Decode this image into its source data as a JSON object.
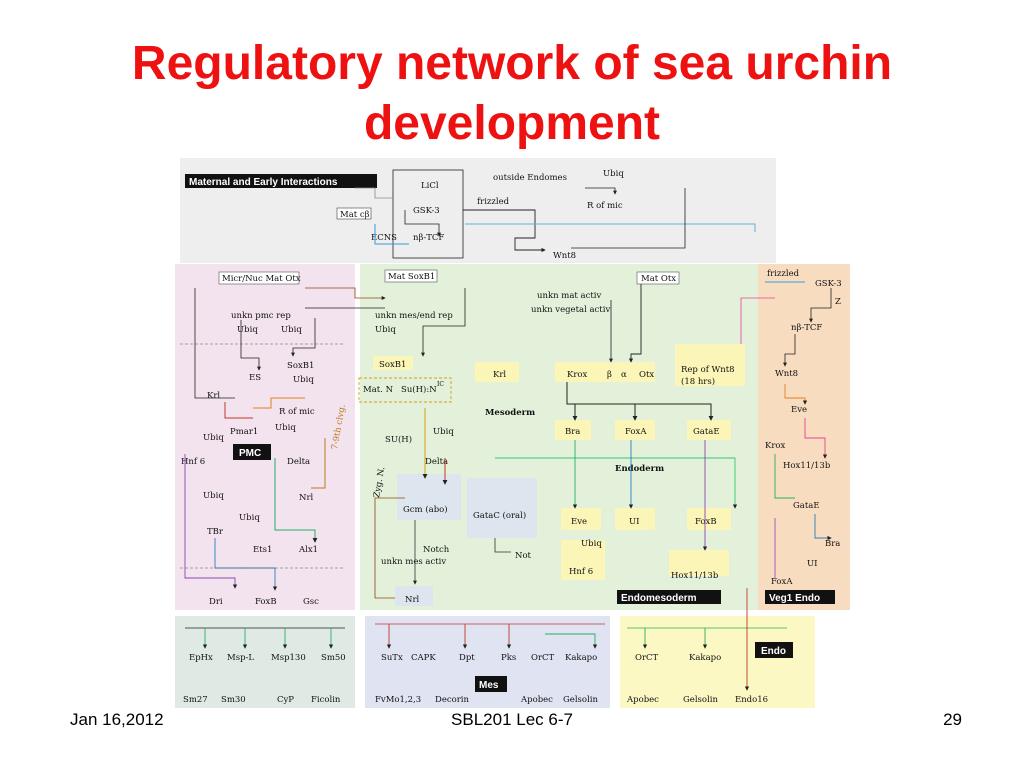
{
  "slide": {
    "title_line1": "Regulatory network of sea urchin",
    "title_line2": "development",
    "footer_left": "Jan 16,2012",
    "footer_center": "SBL201 Lec 6-7",
    "footer_right": "29"
  },
  "colors": {
    "title": "#ee1111",
    "maternal_region": "#eeeeee",
    "pmc_region": "#f3e3ee",
    "endomesoderm_region": "#e3f1da",
    "veg1_endo_region": "#f8dcc0",
    "mes_region": "#dfe3f2",
    "endo_region": "#fbf8c4",
    "gene_highlight": "#fbf6b8"
  },
  "diagram": {
    "region_labels": {
      "maternal": "Maternal and Early Interactions",
      "pmc": "PMC",
      "endomesoderm": "Endomesoderm",
      "veg1": "Veg1 Endo",
      "mes": "Mes",
      "endo": "Endo",
      "mesoderm": "Mesoderm",
      "endoderm": "Endoderm"
    },
    "maternal": {
      "outside": "outside Endomes",
      "ubiq": "Ubiq",
      "licl": "LiCl",
      "gsk3": "GSK-3",
      "frizzled": "frizzled",
      "r_of_mic": "R of mic",
      "mat_cb": "Mat cβ",
      "ecns": "ECNS",
      "nbtcf": "nβ-TCF",
      "wnt8": "Wnt8"
    },
    "pmc": {
      "micr_nuc": "Micr/Nuc Mat Otx",
      "unkn_pmc": "unkn pmc rep",
      "ubiq1": "Ubiq",
      "ubiq2": "Ubiq",
      "soxb1": "SoxB1",
      "es": "ES",
      "ubiq3": "Ubiq",
      "krl": "Krl",
      "r_of_mic": "R of mic",
      "pmar1": "Pmar1",
      "ubiq4": "Ubiq",
      "ubiq5": "Ubiq",
      "hnf6": "Hnf 6",
      "delta": "Delta",
      "nrl": "Nrl",
      "ubiq6": "Ubiq",
      "ubiq7": "Ubiq",
      "tbr": "TBr",
      "ets1": "Ets1",
      "alx1": "Alx1",
      "dri": "Dri",
      "foxb": "FoxB",
      "gsc": "Gsc",
      "clvg": "7-9th clvg."
    },
    "endomesoderm": {
      "mat_soxb1": "Mat SoxB1",
      "unkn_mes_end": "unkn mes/end rep",
      "ubiq": "Ubiq",
      "soxb1": "SoxB1",
      "mat_otx": "Mat Otx",
      "unkn_mat": "unkn mat activ",
      "unkn_veg": "unkn vegetal activ",
      "krl": "Krl",
      "krox": "Krox",
      "beta": "β",
      "alpha": "α",
      "otx": "Otx",
      "rep_wnt8": "Rep of Wnt8",
      "hrs": "(18 hrs)",
      "matn": "Mat. N",
      "suh_n": "Su(H):N",
      "ic": "IC",
      "suh": "SU(H)",
      "ubiq2": "Ubiq",
      "delta": "Delta",
      "zyg_n": "Zyg. N.",
      "bra": "Bra",
      "foxa": "FoxA",
      "gatae": "GataE",
      "gcm": "Gcm (abo)",
      "gatac": "GataC (oral)",
      "eve": "Eve",
      "ui": "UI",
      "foxb": "FoxB",
      "notch": "Notch",
      "not": "Not",
      "ubiq3": "Ubiq",
      "hnf6": "Hnf 6",
      "hox": "Hox11/13b",
      "unkn_mes_activ": "unkn mes activ",
      "nrl": "Nrl"
    },
    "veg1": {
      "frizzled": "frizzled",
      "gsk3": "GSK-3",
      "z": "Z",
      "nbtcf": "nβ-TCF",
      "wnt8": "Wnt8",
      "eve": "Eve",
      "krox": "Krox",
      "hox": "Hox11/13b",
      "gatae": "GataE",
      "bra": "Bra",
      "ui": "UI",
      "foxa": "FoxA"
    },
    "bottom_pmc": [
      "EpHx",
      "Msp-L",
      "Msp130",
      "Sm50",
      "Sm27",
      "Sm30",
      "CyP",
      "Ficolin"
    ],
    "bottom_mes": [
      "SuTx",
      "CAPK",
      "Dpt",
      "Pks",
      "OrCT",
      "Kakapo",
      "FvMo1,2,3",
      "Decorin",
      "Apobec",
      "Gelsolin"
    ],
    "bottom_endo": [
      "OrCT",
      "Kakapo",
      "Apobec",
      "Gelsolin",
      "Endo16"
    ]
  }
}
